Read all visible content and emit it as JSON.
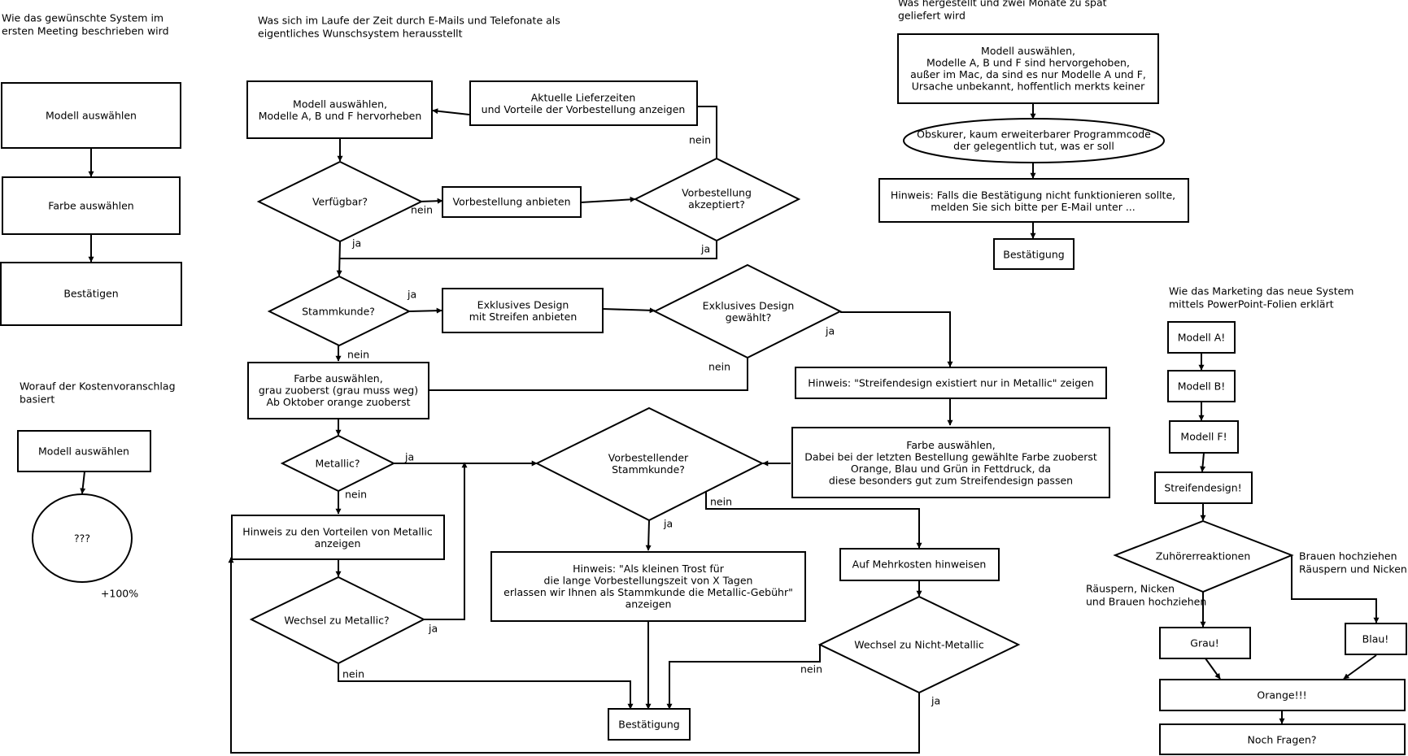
{
  "headings": {
    "original": [
      "Wie das gewünschte System im",
      "ersten Meeting beschrieben wird"
    ],
    "estimate": [
      "Worauf der Kostenvoranschlag",
      "basiert"
    ],
    "actual": [
      "Was sich im Laufe der Zeit durch E-Mails und Telefonate als",
      "eigentliches Wunschsystem herausstellt"
    ],
    "delivered": [
      "Was hergestellt und zwei Monate zu spät",
      "geliefert wird"
    ],
    "marketing": [
      "Wie das Marketing das neue System",
      "mittels PowerPoint-Folien erklärt"
    ]
  },
  "nodes": {
    "o1": [
      "Modell auswählen"
    ],
    "o2": [
      "Farbe auswählen"
    ],
    "o3": [
      "Bestätigen"
    ],
    "k1": [
      "Modell auswählen"
    ],
    "k2": [
      "???"
    ],
    "k_cost": [
      "+100%"
    ],
    "w_model": [
      "Modell auswählen,",
      "Modelle A, B und F hervorheben"
    ],
    "w_deliv": [
      "Aktuelle Lieferzeiten",
      "und Vorteile der Vorbestellung anzeigen"
    ],
    "w_avail": [
      "Verfügbar?"
    ],
    "w_preorder": [
      "Vorbestellung anbieten"
    ],
    "w_preacc": [
      "Vorbestellung",
      "akzeptiert?"
    ],
    "w_regular": [
      "Stammkunde?"
    ],
    "w_design": [
      "Exklusives Design",
      "mit Streifen anbieten"
    ],
    "w_designsel": [
      "Exklusives Design",
      "gewählt?"
    ],
    "w_color": [
      "Farbe auswählen,",
      "grau zuoberst (grau muss weg)",
      "Ab Oktober orange zuoberst"
    ],
    "w_stripehint": [
      "Hinweis: \"Streifendesign existiert nur in Metallic\" zeigen"
    ],
    "w_color2": [
      "Farbe auswählen,",
      "Dabei bei der letzten Bestellung gewählte Farbe zuoberst",
      "Orange, Blau und Grün in Fettdruck, da",
      "diese besonders gut zum Streifendesign passen"
    ],
    "w_metallic": [
      "Metallic?"
    ],
    "w_preregular": [
      "Vorbestellender",
      "Stammkunde?"
    ],
    "w_metalhint": [
      "Hinweis zu den Vorteilen von Metallic",
      "anzeigen"
    ],
    "w_consolation": [
      "Hinweis: \"Als kleinen Trost für",
      "die lange Vorbestellungszeit von X Tagen",
      "erlassen wir Ihnen als Stammkunde die Metallic-Gebühr\"",
      "anzeigen"
    ],
    "w_extracost": [
      "Auf Mehrkosten hinweisen"
    ],
    "w_switchmetal": [
      "Wechsel zu Metallic?"
    ],
    "w_switchnon": [
      "Wechsel zu Nicht-Metallic"
    ],
    "w_confirm": [
      "Bestätigung"
    ],
    "d1": [
      "Modell auswählen,",
      "Modelle A, B und F sind hervorgehoben,",
      "außer im Mac, da sind es nur Modelle A und F,",
      "Ursache unbekannt, hoffentlich merkts keiner"
    ],
    "d2": [
      "Obskurer, kaum erweiterbarer Programmcode",
      "der gelegentlich tut, was er soll"
    ],
    "d3": [
      "Hinweis: Falls die Bestätigung nicht funktionieren sollte,",
      "melden Sie sich bitte per E-Mail unter ..."
    ],
    "d4": [
      "Bestätigung"
    ],
    "m1": [
      "Modell A!"
    ],
    "m2": [
      "Modell B!"
    ],
    "m3": [
      "Modell F!"
    ],
    "m4": [
      "Streifendesign!"
    ],
    "m5": [
      "Zuhörerreaktionen"
    ],
    "m6": [
      "Grau!"
    ],
    "m7": [
      "Blau!"
    ],
    "m8": [
      "Orange!!!"
    ],
    "m9": [
      "Noch Fragen?"
    ]
  },
  "edge_labels": {
    "avail_no": "nein",
    "avail_yes": "ja",
    "preacc_no": "nein",
    "preacc_yes": "ja",
    "regular_yes": "ja",
    "regular_no": "nein",
    "designsel_yes": "ja",
    "designsel_no": "nein",
    "metallic_yes": "ja",
    "metallic_no": "nein",
    "preregular_no": "nein",
    "preregular_yes": "ja",
    "switchmetal_yes": "ja",
    "switchmetal_no": "nein",
    "switchnon_no": "nein",
    "switchnon_yes": "ja",
    "reaction_left": [
      "Räuspern, Nicken",
      "und Brauen hochziehen"
    ],
    "reaction_right": [
      "Brauen hochziehen",
      "Räuspern und Nicken"
    ]
  }
}
